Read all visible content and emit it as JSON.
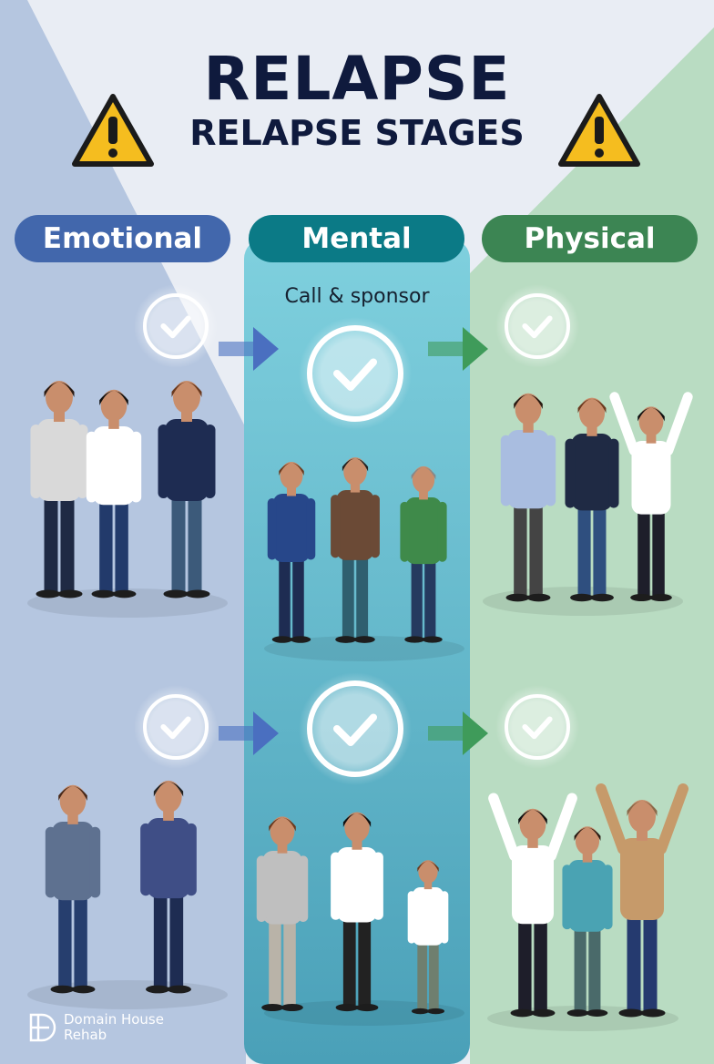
{
  "header": {
    "title": "RELAPSE",
    "subtitle": "RELAPSE STAGES"
  },
  "stages": [
    {
      "label": "Emotional",
      "color": "#4267ac"
    },
    {
      "label": "Mental",
      "color": "#0b7a86"
    },
    {
      "label": "Physical",
      "color": "#3c8553"
    }
  ],
  "mental_note": "Call & sponsor",
  "icons": [
    "warning-icon",
    "check-circle-icon",
    "arrow-right-icon"
  ],
  "logo": {
    "line1": "Domain House",
    "line2": "Rehab"
  }
}
